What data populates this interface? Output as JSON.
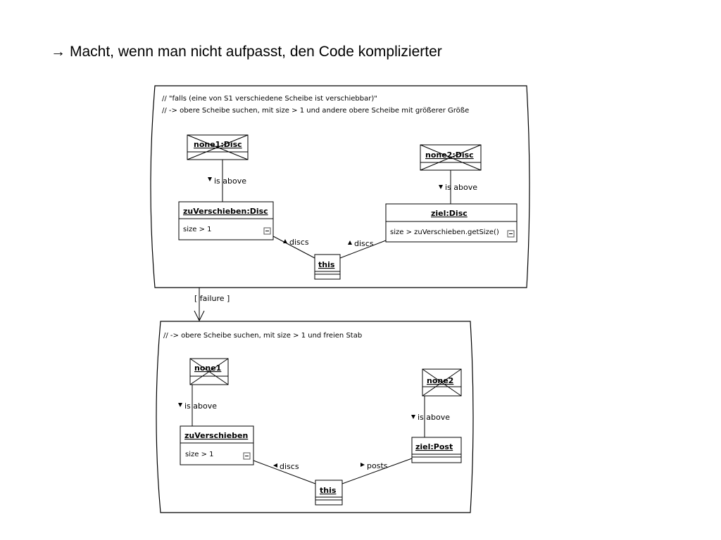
{
  "slide": {
    "arrow": "→",
    "title": "Macht, wenn man nicht aufpasst, den Code komplizierter"
  },
  "panel1": {
    "comment1": "// \"falls (eine von S1 verschiedene Scheibe ist verschiebbar)\"",
    "comment2": "//     -> obere Scheibe suchen, mit size > 1 und andere obere Scheibe mit größerer Größe",
    "none1": "none1:Disc",
    "none2": "none2:Disc",
    "zuverschieben_name": "zuVerschieben:Disc",
    "zuverschieben_attr": "size > 1",
    "ziel_name": "ziel:Disc",
    "ziel_attr": "size > zuVerschieben.getSize()",
    "this": "this",
    "link_is_above_left": "is above",
    "link_is_above_right": "is above",
    "link_discs_left": "discs",
    "link_discs_right": "discs"
  },
  "transition": {
    "guard": "[  failure  ]"
  },
  "panel2": {
    "comment1": "//     -> obere Scheibe suchen, mit size > 1 und freien Stab",
    "none1": "none1",
    "none2": "none2",
    "zuverschieben_name": "zuVerschieben",
    "zuverschieben_attr": "size > 1",
    "ziel_name": "ziel:Post",
    "this": "this",
    "link_is_above_left": "is above",
    "link_is_above_right": "is above",
    "link_discs": "discs",
    "link_posts": "posts"
  },
  "icons": {
    "arrow": "right-arrow-icon",
    "collapse": "collapse-icon",
    "direction": "triangle-direction-icon"
  }
}
